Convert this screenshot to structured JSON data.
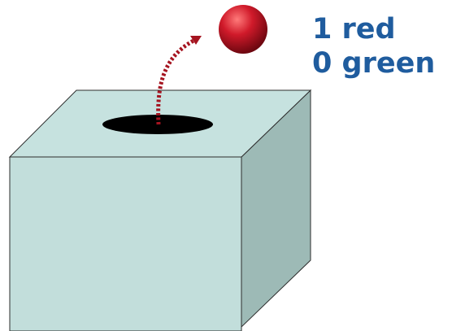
{
  "counts": {
    "red_label": "1 red",
    "green_label": "0 green"
  },
  "colors": {
    "label_text": "#1f5c9e",
    "box_front": "#c2dedb",
    "box_top": "#c6e2df",
    "box_side": "#9dbab6",
    "box_edge": "#2e2e2e",
    "hole": "#000000",
    "ball_highlight": "#ff7a7a",
    "ball_mid": "#d01a2a",
    "ball_dark": "#6e0710",
    "arrow": "#a51420"
  },
  "icons": {
    "ball": "red-ball-icon",
    "arrow": "dotted-arrow"
  }
}
